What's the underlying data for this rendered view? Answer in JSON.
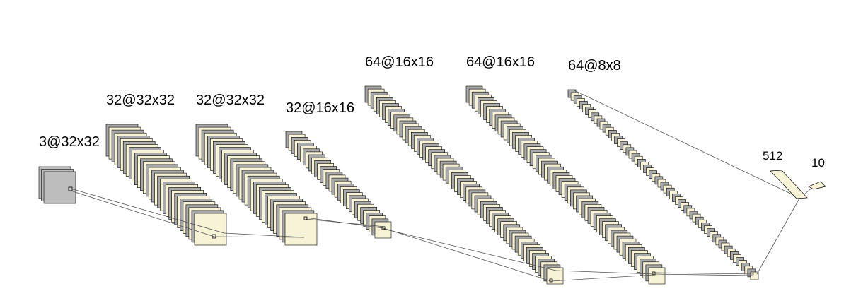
{
  "diagram": {
    "layers": [
      {
        "label": "3@32x32",
        "channels": 3,
        "fill": "#bdbdbd"
      },
      {
        "label": "32@32x32",
        "channels": 32,
        "fill": "#f7f3d6"
      },
      {
        "label": "32@32x32",
        "channels": 32,
        "fill": "#f7f3d6"
      },
      {
        "label": "32@16x16",
        "channels": 32,
        "fill": "#f7f3d6"
      },
      {
        "label": "64@16x16",
        "channels": 64,
        "fill": "#f7f3d6"
      },
      {
        "label": "64@16x16",
        "channels": 64,
        "fill": "#f7f3d6"
      },
      {
        "label": "64@8x8",
        "channels": 64,
        "fill": "#f7f3d6"
      }
    ],
    "dense": [
      {
        "label": "512"
      },
      {
        "label": "10"
      }
    ],
    "colors": {
      "back_map": "#a9a9a9",
      "front_map": "#f7f3d6",
      "stroke": "#000000",
      "connection": "#555555"
    }
  }
}
